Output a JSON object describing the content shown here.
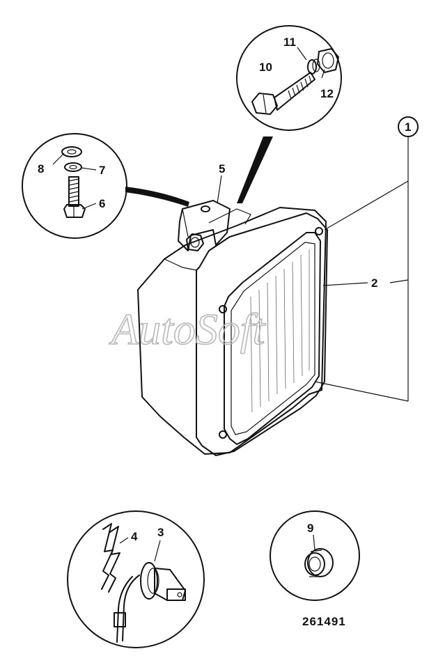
{
  "watermark": "AutoSoft",
  "drawing_number": "261491",
  "callouts": {
    "c1": "1",
    "c2": "2",
    "c3": "3",
    "c4": "4",
    "c5": "5",
    "c6": "6",
    "c7": "7",
    "c8": "8",
    "c9": "9",
    "c10": "10",
    "c11": "11",
    "c12": "12"
  }
}
